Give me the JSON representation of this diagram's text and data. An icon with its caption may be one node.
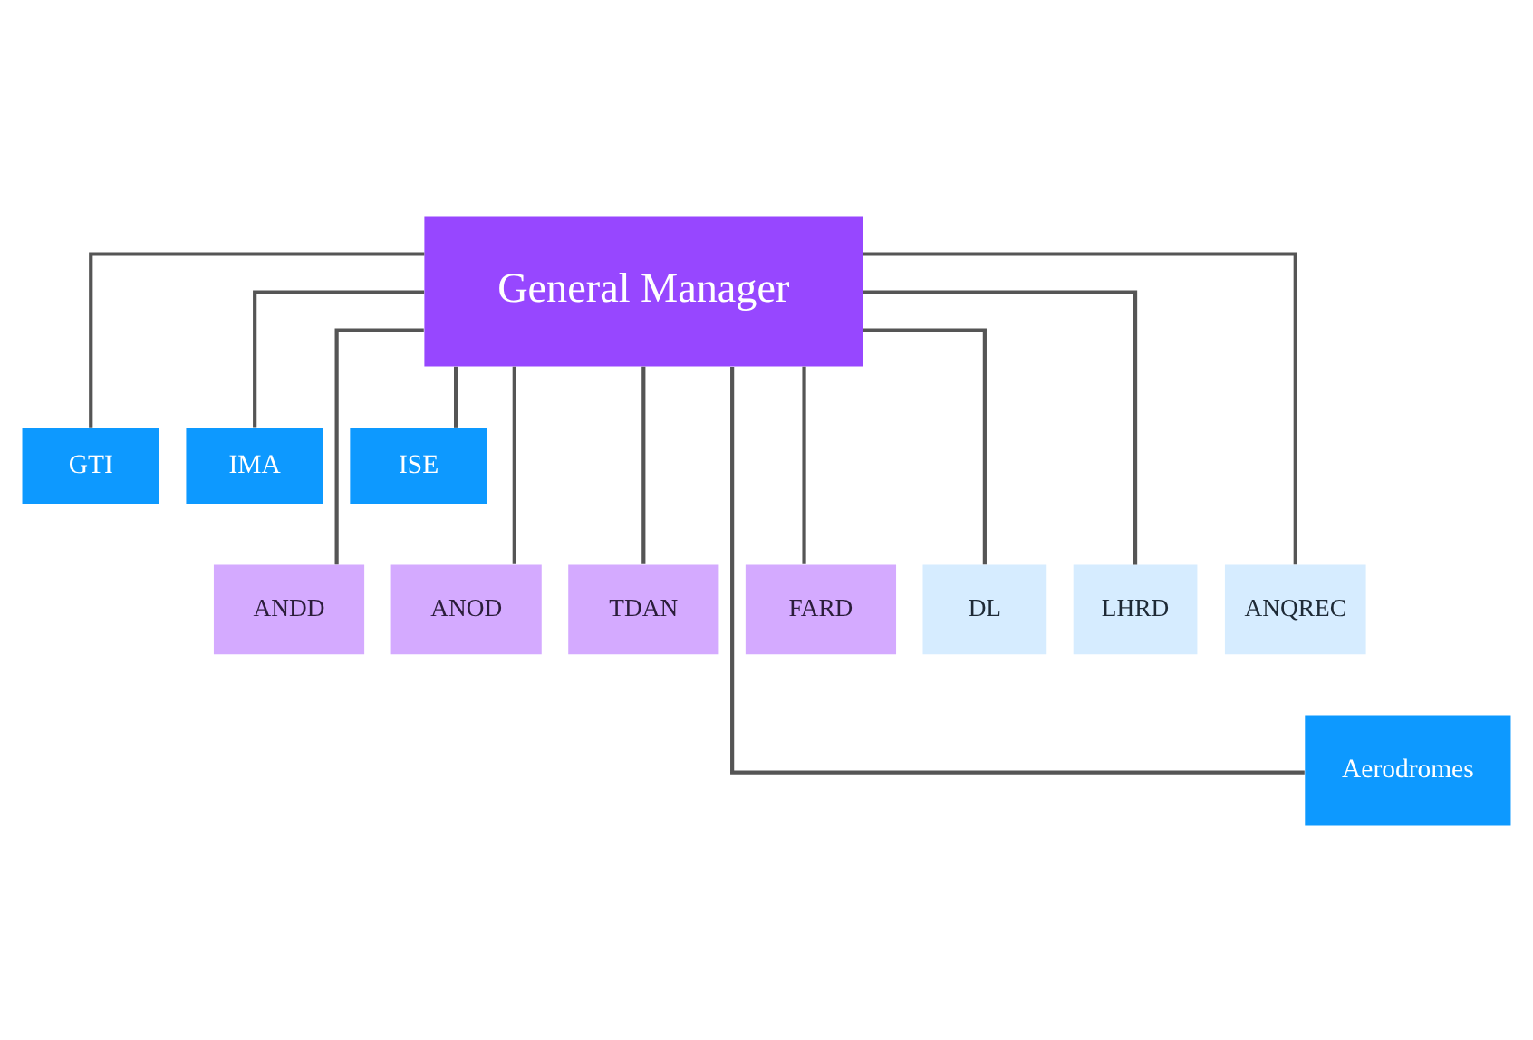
{
  "diagram": {
    "nodes": [
      {
        "text": [
          "General Manager"
        ]
      },
      {
        "text": [
          "GTI"
        ]
      },
      {
        "text": [
          "IMA"
        ]
      },
      {
        "text": [
          "ISE"
        ]
      },
      {
        "text": [
          "ANDD"
        ]
      },
      {
        "text": [
          "ANOD"
        ]
      },
      {
        "text": [
          "TDAN"
        ]
      },
      {
        "text": [
          "FARD"
        ]
      },
      {
        "text": [
          "DL"
        ]
      },
      {
        "text": [
          "LHRD"
        ]
      },
      {
        "text": [
          "ANQREC"
        ]
      },
      {
        "text": [
          "Aerodromes"
        ]
      }
    ],
    "edges": [
      {
        "from": 0,
        "to": 1,
        "arrow": "none"
      },
      {
        "from": 0,
        "to": 2,
        "arrow": "none"
      },
      {
        "from": 0,
        "to": 3,
        "arrow": "none"
      },
      {
        "from": 0,
        "to": 4,
        "arrow": "none"
      },
      {
        "from": 0,
        "to": 5,
        "arrow": "none"
      },
      {
        "from": 0,
        "to": 6,
        "arrow": "none"
      },
      {
        "from": 0,
        "to": 7,
        "arrow": "none"
      },
      {
        "from": 0,
        "to": 8,
        "arrow": "none"
      },
      {
        "from": 0,
        "to": 9,
        "arrow": "none"
      },
      {
        "from": 0,
        "to": 10,
        "arrow": "none"
      },
      {
        "from": 0,
        "to": 11,
        "arrow": "none"
      }
    ]
  }
}
